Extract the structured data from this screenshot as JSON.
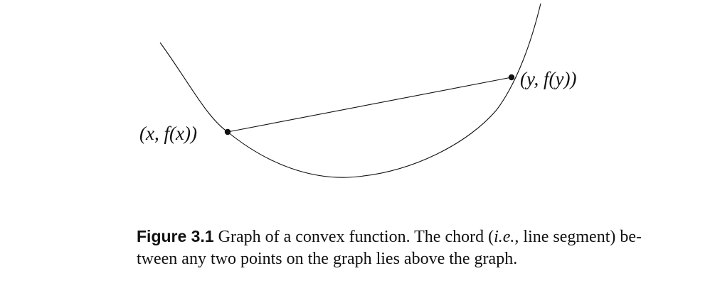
{
  "figure": {
    "point_x_label": "(x, f(x))",
    "point_y_label": "(y, f(y))"
  },
  "caption": {
    "label": "Figure 3.1",
    "text_part1": " Graph of a convex function. The chord (",
    "text_ie": "i.e.",
    "text_part2": ", line segment) be-",
    "text_line2": "tween any two points on the graph lies above the graph."
  }
}
